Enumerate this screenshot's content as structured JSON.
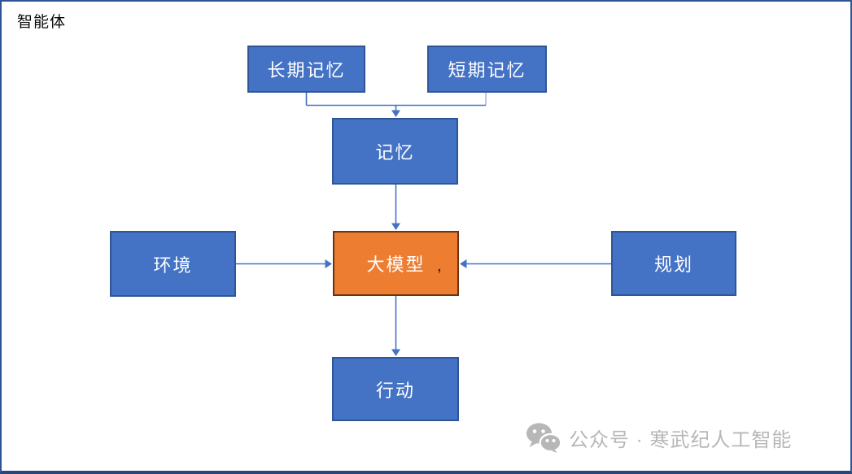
{
  "page": {
    "title": "智能体"
  },
  "diagram": {
    "type": "flowchart",
    "nodes": {
      "long_term_memory": {
        "label": "长期记忆",
        "fill": "#4472C4"
      },
      "short_term_memory": {
        "label": "短期记忆",
        "fill": "#4472C4"
      },
      "memory": {
        "label": "记忆",
        "fill": "#4472C4"
      },
      "environment": {
        "label": "环境",
        "fill": "#4472C4"
      },
      "llm": {
        "label": "大模型",
        "fill": "#ED7D31",
        "mark": ","
      },
      "planning": {
        "label": "规划",
        "fill": "#4472C4"
      },
      "action": {
        "label": "行动",
        "fill": "#4472C4"
      }
    },
    "edges": [
      {
        "from": "long_term_memory",
        "to": "memory"
      },
      {
        "from": "short_term_memory",
        "to": "memory"
      },
      {
        "from": "memory",
        "to": "llm"
      },
      {
        "from": "environment",
        "to": "llm"
      },
      {
        "from": "planning",
        "to": "llm"
      },
      {
        "from": "llm",
        "to": "action"
      }
    ]
  },
  "watermark": {
    "icon": "wechat-icon",
    "text": "公众号 · 寒武纪人工智能"
  },
  "colors": {
    "node-blue": "#4472C4",
    "node-blue-border": "#2F5597",
    "node-orange": "#ED7D31",
    "node-orange-border": "#6B3410",
    "arrow-blue": "#4472C4",
    "arrow-light": "#A9BCE2",
    "page-border": "#2E5596",
    "page-border-bottom": "#24477E",
    "watermark-gray": "#B7B7B7"
  }
}
